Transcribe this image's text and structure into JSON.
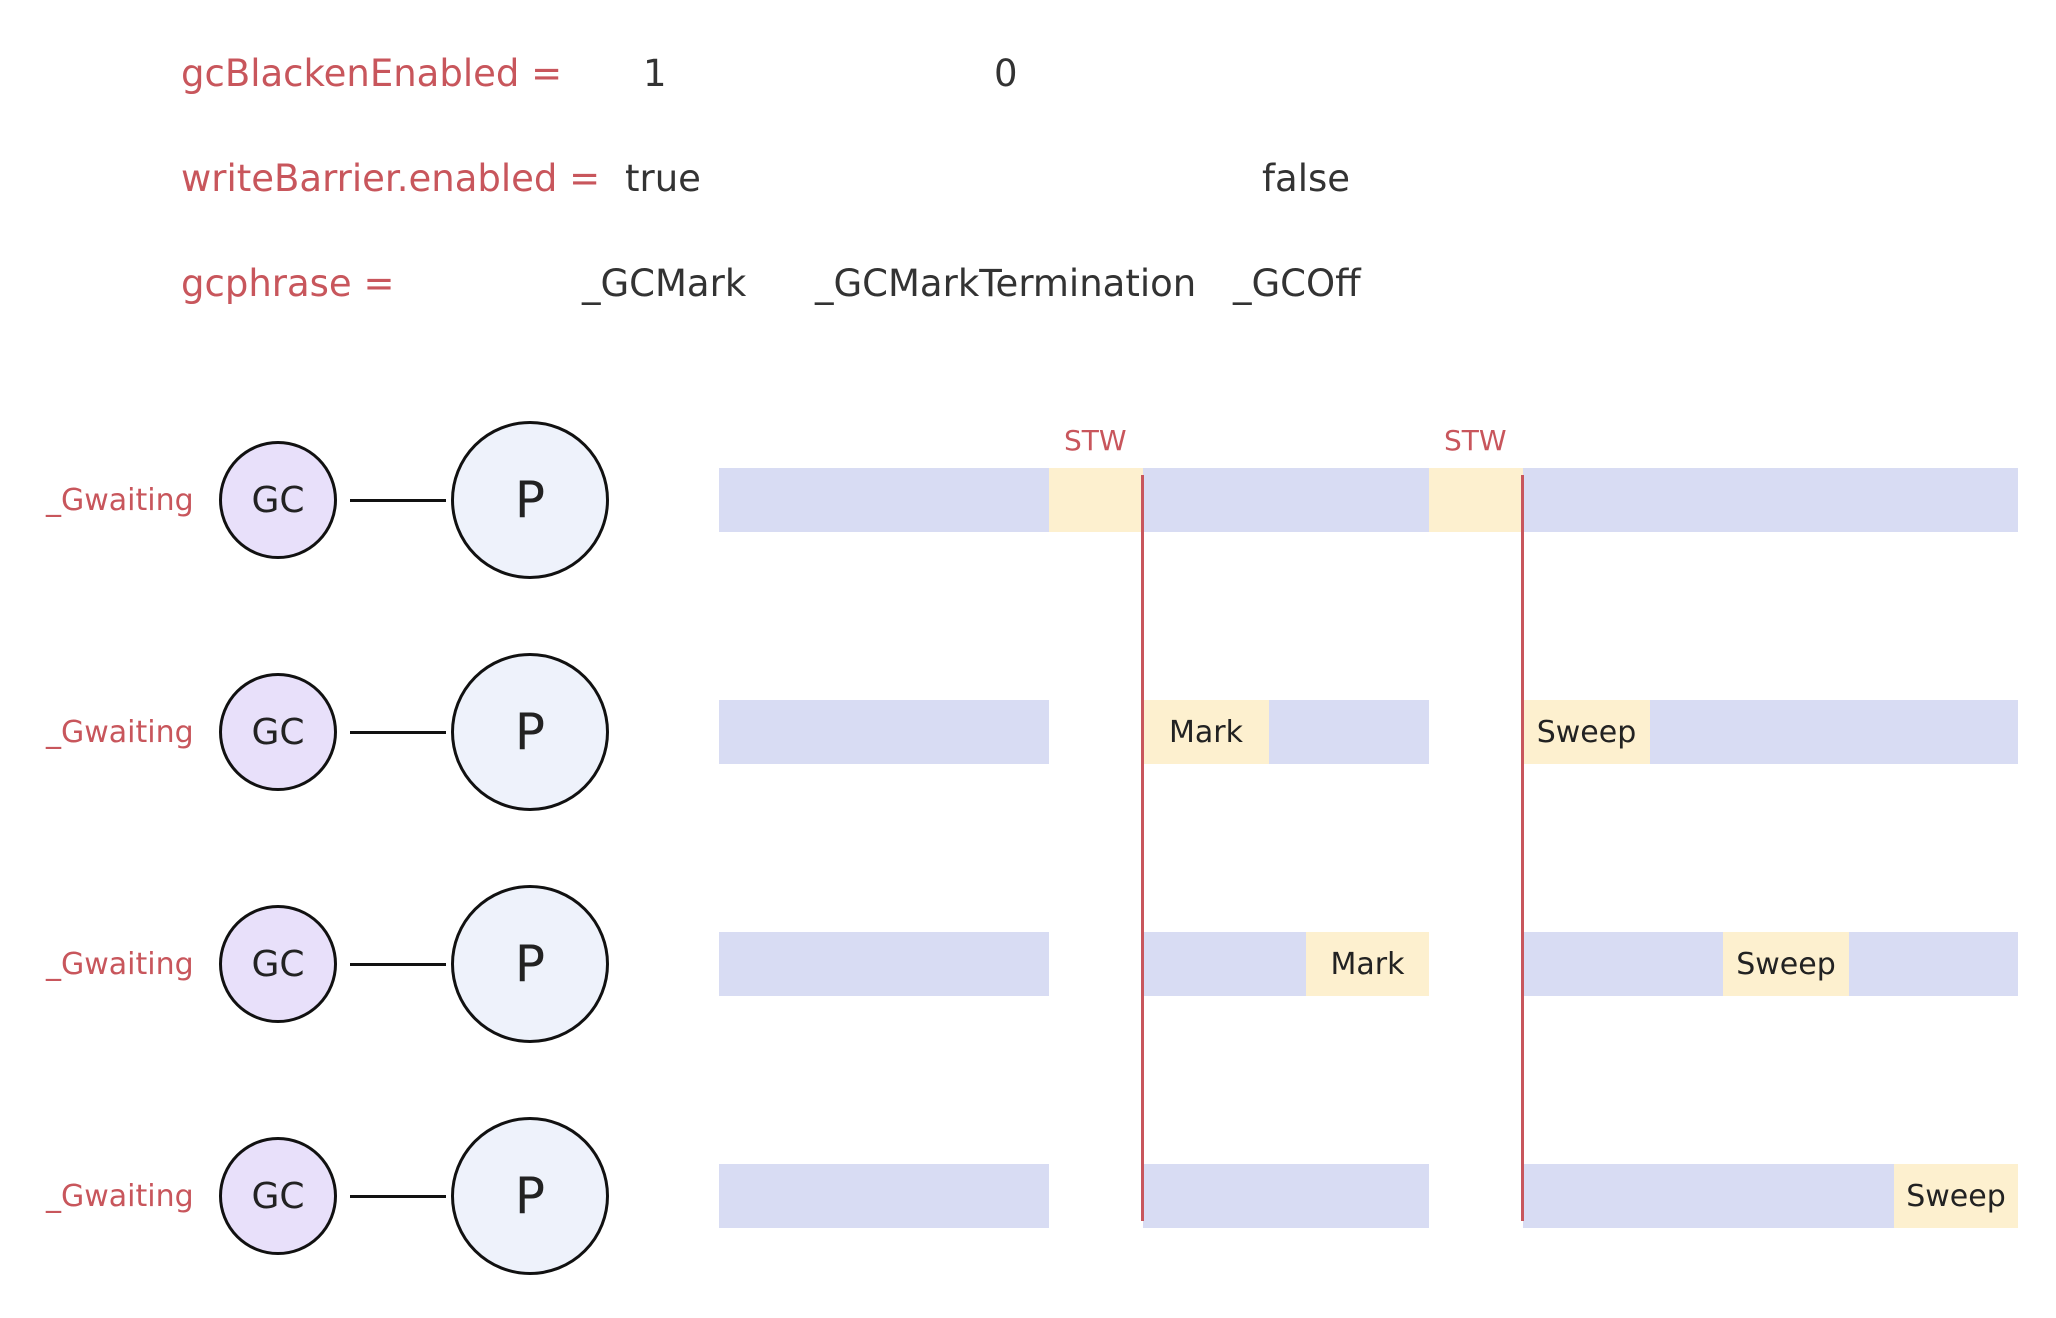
{
  "header": {
    "blacken_label": "gcBlackenEnabled =",
    "blacken_values": [
      "1",
      "0"
    ],
    "wb_label": "writeBarrier.enabled =",
    "wb_values": [
      "true",
      "false"
    ],
    "phase_label": "gcphrase =",
    "phase_values": [
      "_GCMark",
      "_GCMarkTermination",
      "_GCOff"
    ]
  },
  "stw_labels": [
    "STW",
    "STW"
  ],
  "rows": [
    {
      "state": "_Gwaiting",
      "gc": "GC",
      "p": "P",
      "tasks": []
    },
    {
      "state": "_Gwaiting",
      "gc": "GC",
      "p": "P",
      "tasks": [
        "Mark",
        "Sweep"
      ]
    },
    {
      "state": "_Gwaiting",
      "gc": "GC",
      "p": "P",
      "tasks": [
        "Mark",
        "Sweep"
      ]
    },
    {
      "state": "_Gwaiting",
      "gc": "GC",
      "p": "P",
      "tasks": [
        "Sweep"
      ]
    }
  ],
  "colors": {
    "label_red": "#c8565c",
    "idle_bar": "#d8dcf3",
    "work_bar": "#fdf0cf",
    "gc_fill": "#e8e0fa",
    "p_fill": "#eef2fb"
  }
}
